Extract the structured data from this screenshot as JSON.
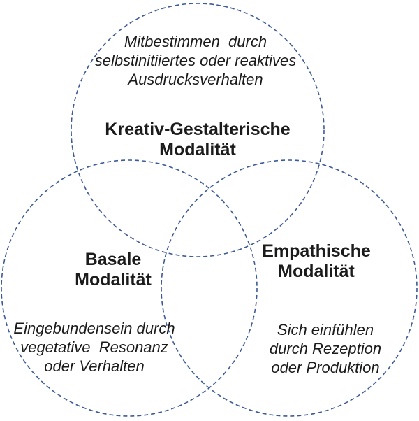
{
  "colors": {
    "circle_stroke": "#3d5a98",
    "text": "#1b1b1b"
  },
  "venn": {
    "top": {
      "description_lines": [
        "Mitbestimmen  durch",
        "selbstinitiiertes oder reaktives",
        "Ausdrucksverhalten"
      ],
      "label_lines": [
        "Kreativ-Gestalterische",
        "Modalität"
      ]
    },
    "bottom_left": {
      "label_lines": [
        "Basale",
        "Modalität"
      ],
      "description_lines": [
        "Eingebundensein durch",
        "vegetative  Resonanz",
        "oder Verhalten"
      ]
    },
    "bottom_right": {
      "label_lines": [
        "Empathische",
        "Modalität"
      ],
      "description_lines": [
        "Sich einfühlen",
        "durch Rezeption",
        "oder Produktion"
      ]
    }
  }
}
